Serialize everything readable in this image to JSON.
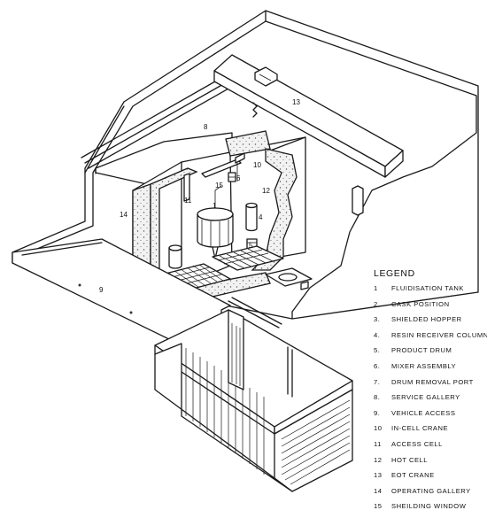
{
  "callouts": [
    "1",
    "4",
    "5",
    "6",
    "8",
    "9",
    "10",
    "11",
    "12",
    "13",
    "14",
    "15"
  ],
  "legend": {
    "title": "LEGEND",
    "items": [
      {
        "num": "1",
        "label": "FLUIDISATION TANK"
      },
      {
        "num": "2.",
        "label": "CASK POSITION"
      },
      {
        "num": "3.",
        "label": "SHIELDED HOPPER"
      },
      {
        "num": "4.",
        "label": "RESIN RECEIVER COLUMN"
      },
      {
        "num": "5.",
        "label": "PRODUCT DRUM"
      },
      {
        "num": "6.",
        "label": "MIXER ASSEMBLY"
      },
      {
        "num": "7.",
        "label": "DRUM REMOVAL PORT"
      },
      {
        "num": "8.",
        "label": "SERVICE GALLERY"
      },
      {
        "num": "9.",
        "label": "VEHICLE ACCESS"
      },
      {
        "num": "10",
        "label": "IN-CELL CRANE"
      },
      {
        "num": "11",
        "label": "ACCESS CELL"
      },
      {
        "num": "12",
        "label": "HOT CELL"
      },
      {
        "num": "13",
        "label": "EOT CRANE"
      },
      {
        "num": "14",
        "label": "OPERATING GALLERY"
      },
      {
        "num": "15",
        "label": "SHEILDING WINDOW"
      }
    ]
  }
}
